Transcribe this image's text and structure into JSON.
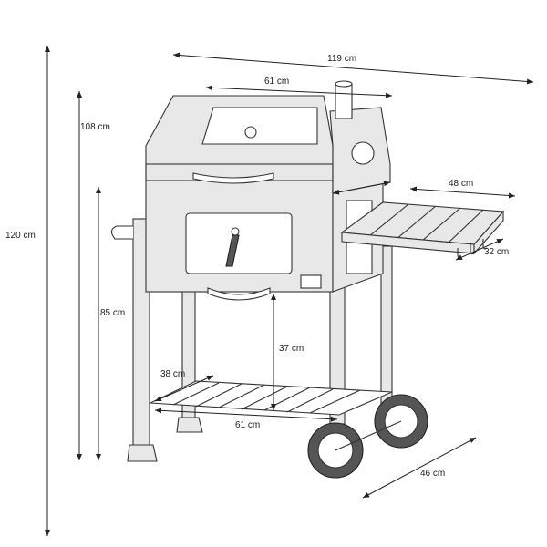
{
  "title": "Charcoal grill dimensions",
  "dimensions": {
    "total_height": "120 cm",
    "lid_height": "108 cm",
    "work_height": "85 cm",
    "total_width": "119 cm",
    "grill_width": "61 cm",
    "shelf_width": "48 cm",
    "shelf_depth": "32 cm",
    "lower_clearance": "37 cm",
    "bottom_shelf_depth": "38 cm",
    "bottom_shelf_width": "61 cm",
    "total_depth": "46 cm"
  }
}
